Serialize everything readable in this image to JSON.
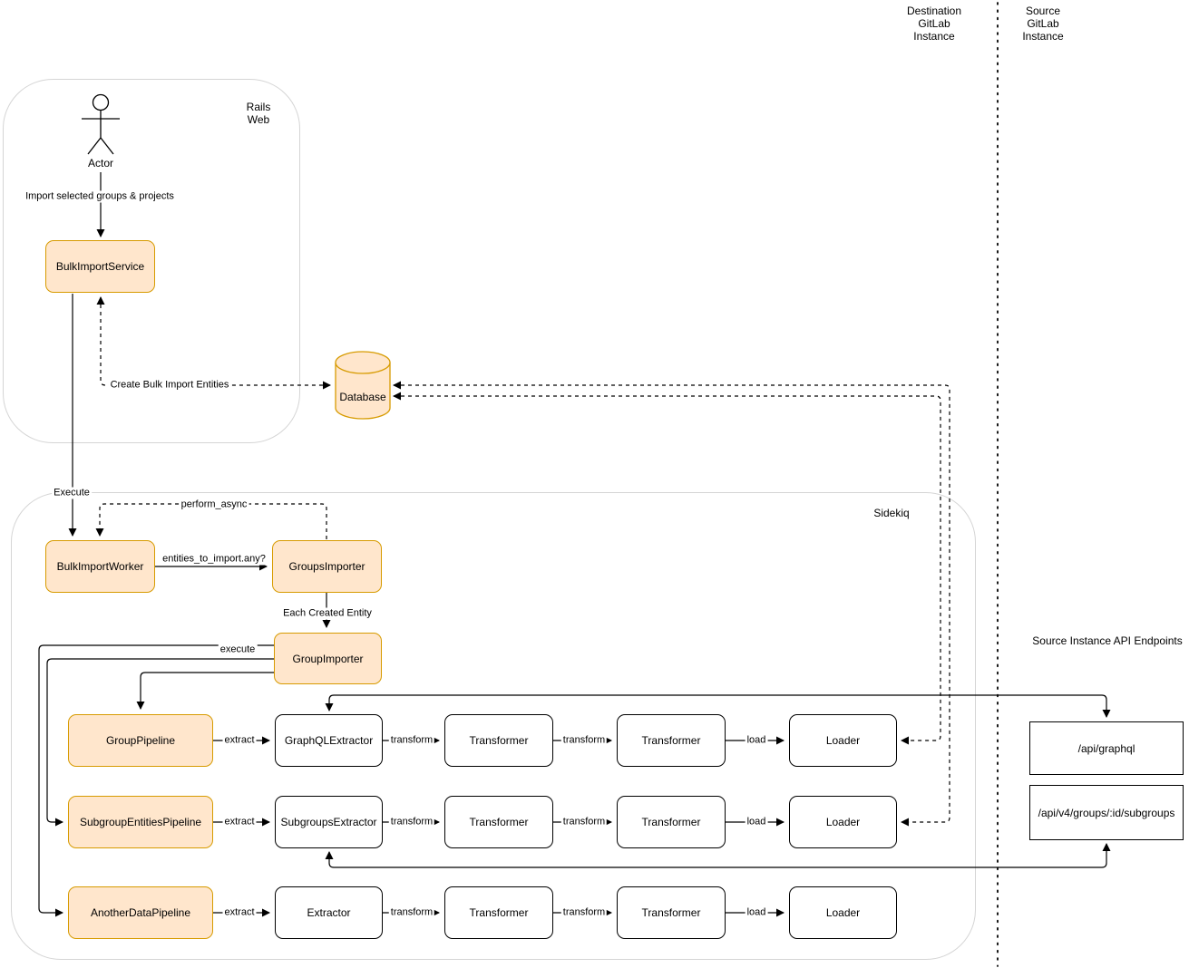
{
  "regions": {
    "destination": "Destination\nGitLab\nInstance",
    "source": "Source\nGitLab\nInstance",
    "api_endpoints_title": "Source Instance API Endpoints"
  },
  "containers": {
    "rails_web": "Rails\nWeb",
    "sidekiq": "Sidekiq"
  },
  "actor": {
    "label": "Actor"
  },
  "nodes": {
    "bulk_import_service": "BulkImportService",
    "database": "Database",
    "bulk_import_worker": "BulkImportWorker",
    "groups_importer": "GroupsImporter",
    "group_importer": "GroupImporter"
  },
  "pipelines": [
    {
      "pipeline": "GroupPipeline",
      "extractor": "GraphQLExtractor",
      "transformer1": "Transformer",
      "transformer2": "Transformer",
      "loader": "Loader"
    },
    {
      "pipeline": "SubgroupEntitiesPipeline",
      "extractor": "SubgroupsExtractor",
      "transformer1": "Transformer",
      "transformer2": "Transformer",
      "loader": "Loader"
    },
    {
      "pipeline": "AnotherDataPipeline",
      "extractor": "Extractor",
      "transformer1": "Transformer",
      "transformer2": "Transformer",
      "loader": "Loader"
    }
  ],
  "endpoints": [
    {
      "label": "/api/graphql"
    },
    {
      "label": "/api/v4/groups/:id/subgroups"
    }
  ],
  "edge_labels": {
    "import_selected": "Import selected groups & projects",
    "create_entities": "Create Bulk Import Entities",
    "execute": "Execute",
    "perform_async": "perform_async",
    "entities_check": "entities_to_import.any?",
    "each_created_entity": "Each Created Entity",
    "pipeline_execute": "execute",
    "extract": "extract",
    "transform": "transform",
    "load": "load"
  },
  "colors": {
    "highlight_fill": "#ffe6cc",
    "highlight_stroke": "#d79b00",
    "box_stroke": "#000000",
    "container_stroke": "#d5d5d5"
  }
}
